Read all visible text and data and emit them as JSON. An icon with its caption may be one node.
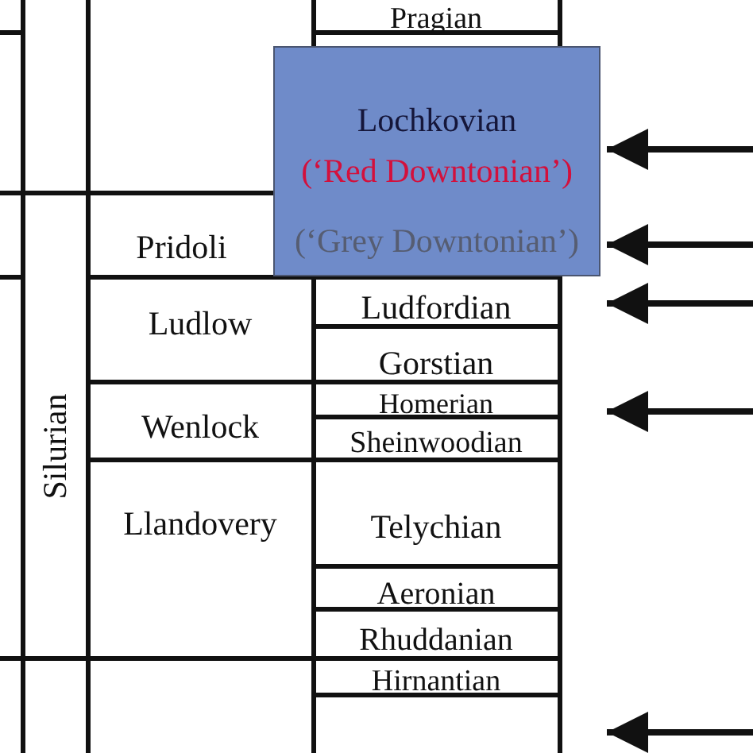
{
  "diagram": {
    "nodes": [
      {
        "text": [
          "Silurian"
        ]
      },
      {
        "text": [
          "Pridoli"
        ]
      },
      {
        "text": [
          "Ludlow"
        ]
      },
      {
        "text": [
          "Wenlock"
        ]
      },
      {
        "text": [
          "Llandovery"
        ]
      },
      {
        "text": [
          "Pragian"
        ]
      },
      {
        "text": [
          "Lochkovian",
          "(‘Red Downtonian’)",
          "(‘Grey Downtonian’)"
        ]
      },
      {
        "text": [
          "Ludfordian"
        ]
      },
      {
        "text": [
          "Gorstian"
        ]
      },
      {
        "text": [
          "Homerian"
        ]
      },
      {
        "text": [
          "Sheinwoodian"
        ]
      },
      {
        "text": [
          "Telychian"
        ]
      },
      {
        "text": [
          "Aeronian"
        ]
      },
      {
        "text": [
          "Rhuddanian"
        ]
      },
      {
        "text": [
          "Hirnantian"
        ]
      },
      {
        "text": [],
        "shape": "box"
      }
    ],
    "edges": [
      {
        "from": null,
        "to": 6,
        "arrow": "to"
      },
      {
        "from": null,
        "to": 6,
        "arrow": "to"
      },
      {
        "from": null,
        "to": 7,
        "arrow": "to"
      },
      {
        "from": null,
        "to": 9,
        "arrow": "to"
      },
      {
        "from": null,
        "to": 15,
        "arrow": "to"
      }
    ]
  }
}
